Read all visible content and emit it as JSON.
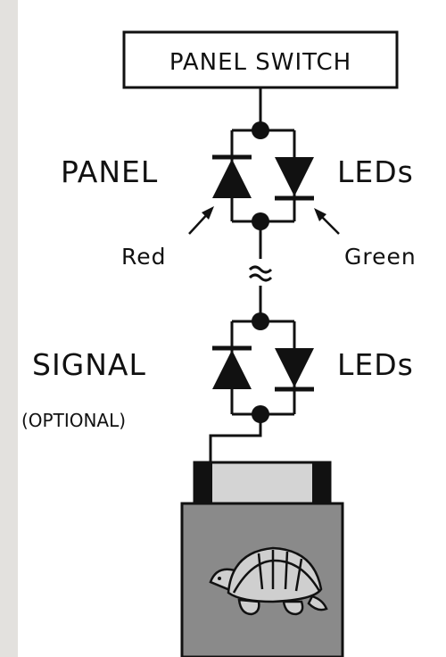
{
  "diagram": {
    "panel_switch_label": "PANEL SWITCH",
    "panel_label": "PANEL",
    "leds_label_top": "LEDs",
    "red_label": "Red",
    "green_label": "Green",
    "signal_label": "SIGNAL",
    "optional_label": "(OPTIONAL)",
    "leds_label_bottom": "LEDs"
  },
  "colors": {
    "background": "#e3e1de",
    "panel": "#ffffff",
    "ink": "#111111",
    "device_body": "#8a8a8a",
    "connector": "#d4d4d4"
  }
}
